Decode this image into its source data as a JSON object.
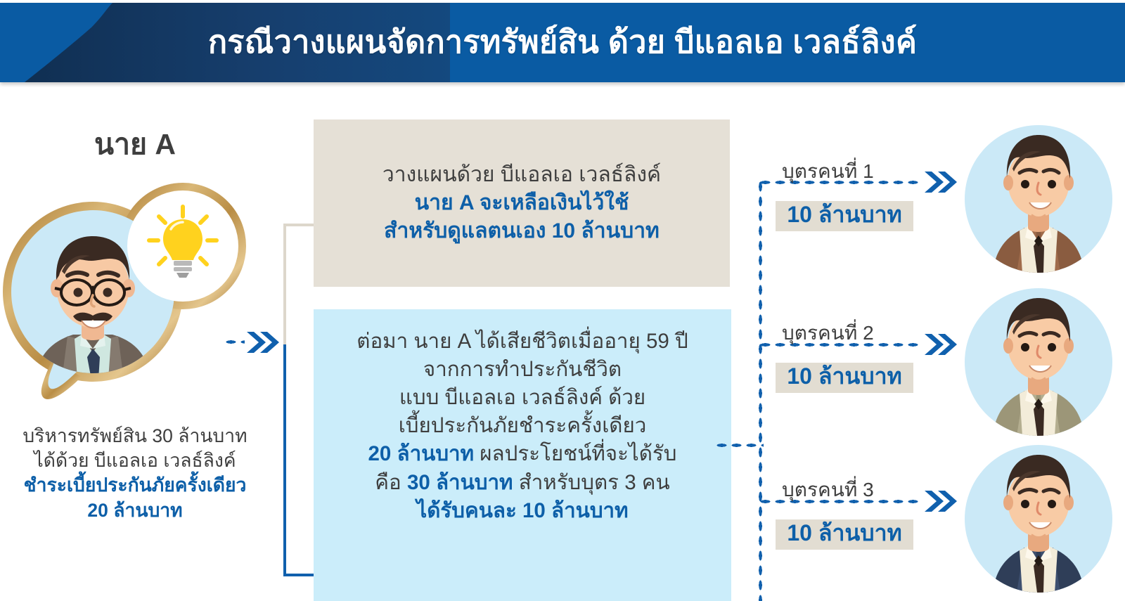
{
  "header": {
    "title": "กรณีวางแผนจัดการทรัพย์สิน ด้วย บีแอลเอ เวลธ์ลิงค์",
    "bg_color": "#0a5ba3",
    "accent_color": "#123d6b"
  },
  "person": {
    "name": "นาย A",
    "avatar_icon": "man-with-glasses-avatar",
    "idea_icon": "lightbulb-icon",
    "caption_lines": [
      {
        "text": "บริหารทรัพย์สิน 30 ล้านบาท",
        "highlight": false
      },
      {
        "text": "ได้ด้วย บีแอลเอ เวลธ์ลิงค์",
        "highlight": false
      },
      {
        "text": "ชำระเบี้ยประกันภัยครั้งเดียว",
        "highlight": true
      },
      {
        "text": "20 ล้านบาท",
        "highlight": true
      }
    ]
  },
  "plan_box": {
    "bg_color": "#e5e0d6",
    "lines": [
      [
        {
          "t": "วางแผนด้วย บีแอลเอ เวลธ์ลิงค์",
          "hl": false
        }
      ],
      [
        {
          "t": "นาย A จะเหลือเงินไว้ใช้",
          "hl": true
        }
      ],
      [
        {
          "t": "สำหรับดูแลตนเอง 10 ล้านบาท",
          "hl": true
        }
      ]
    ]
  },
  "outcome_box": {
    "bg_color": "#cbedfa",
    "lines": [
      [
        {
          "t": "ต่อมา นาย A ได้เสียชีวิตเมื่ออายุ 59 ปี",
          "hl": false
        }
      ],
      [
        {
          "t": "จากการทำประกันชีวิต",
          "hl": false
        }
      ],
      [
        {
          "t": "แบบ บีแอลเอ เวลธ์ลิงค์ ด้วย",
          "hl": false
        }
      ],
      [
        {
          "t": "เบี้ยประกันภัยชำระครั้งเดียว",
          "hl": false
        }
      ],
      [
        {
          "t": "20 ล้านบาท",
          "hl": true
        },
        {
          "t": " ผลประโยชน์ที่จะได้รับ",
          "hl": false
        }
      ],
      [
        {
          "t": "คือ ",
          "hl": false
        },
        {
          "t": "30 ล้านบาท",
          "hl": true
        },
        {
          "t": " สำหรับบุตร 3 คน",
          "hl": false
        }
      ],
      [
        {
          "t": "ได้รับคนละ 10 ล้านบาท",
          "hl": true
        }
      ]
    ]
  },
  "children": [
    {
      "label": "บุตรคนที่ 1",
      "amount": "10 ล้านบาท",
      "avatar_icon": "young-man-brown-jacket-avatar",
      "jacket_color": "#8a5c40",
      "arrow_icon": "double-chevron-right-icon"
    },
    {
      "label": "บุตรคนที่ 2",
      "amount": "10 ล้านบาท",
      "avatar_icon": "young-man-khaki-jacket-avatar",
      "jacket_color": "#9c9678",
      "arrow_icon": "double-chevron-right-icon"
    },
    {
      "label": "บุตรคนที่ 3",
      "amount": "10 ล้านบาท",
      "avatar_icon": "young-man-navy-jacket-avatar",
      "jacket_color": "#2f3e58",
      "arrow_icon": "double-chevron-right-icon"
    }
  ],
  "colors": {
    "accent_blue": "#0d5fa8",
    "connector_blue": "#1060ad",
    "text_gray": "#3e3e3e",
    "beige": "#e5e0d6",
    "light_blue": "#cbedfa",
    "highlight_beige": "#e2ddd2"
  }
}
